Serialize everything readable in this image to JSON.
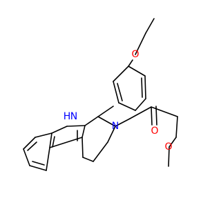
{
  "molecule": {
    "colors": {
      "bond": "#000000",
      "oxygen": "#ff0000",
      "nitrogen": "#0000ff",
      "background": "#ffffff"
    },
    "atom_labels": {
      "ether_oxygen": "O",
      "indole_nh": "H\nN",
      "indole_nh_h": "H",
      "indole_nh_n": "N",
      "amide_nitrogen": "N",
      "carbonyl_oxygen": "O",
      "methoxy_oxygen": "O"
    }
  }
}
